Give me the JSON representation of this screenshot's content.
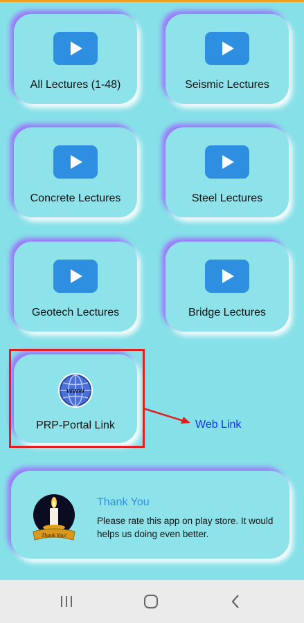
{
  "lectures": [
    {
      "label": "All Lectures (1-48)"
    },
    {
      "label": "Seismic Lectures"
    },
    {
      "label": "Concrete Lectures"
    },
    {
      "label": "Steel Lectures"
    },
    {
      "label": "Geotech Lectures"
    },
    {
      "label": "Bridge Lectures"
    }
  ],
  "portal": {
    "label": "PRP-Portal Link",
    "globe_text": "www"
  },
  "annotation": {
    "web_link": "Web Link"
  },
  "thanks": {
    "title": "Thank You",
    "message": "Please rate this app on play store. It would helps us doing even better.",
    "badge_text": "Thank You!"
  },
  "colors": {
    "background": "#86e0e8",
    "play_icon": "#2e8ee0",
    "highlight_box": "#e02020",
    "web_link": "#1030ff"
  },
  "icons": {
    "lecture": "play-video-icon",
    "portal": "www-globe-icon",
    "thanks": "candle-icon",
    "nav": [
      "recent-apps-icon",
      "home-icon",
      "back-icon"
    ]
  }
}
